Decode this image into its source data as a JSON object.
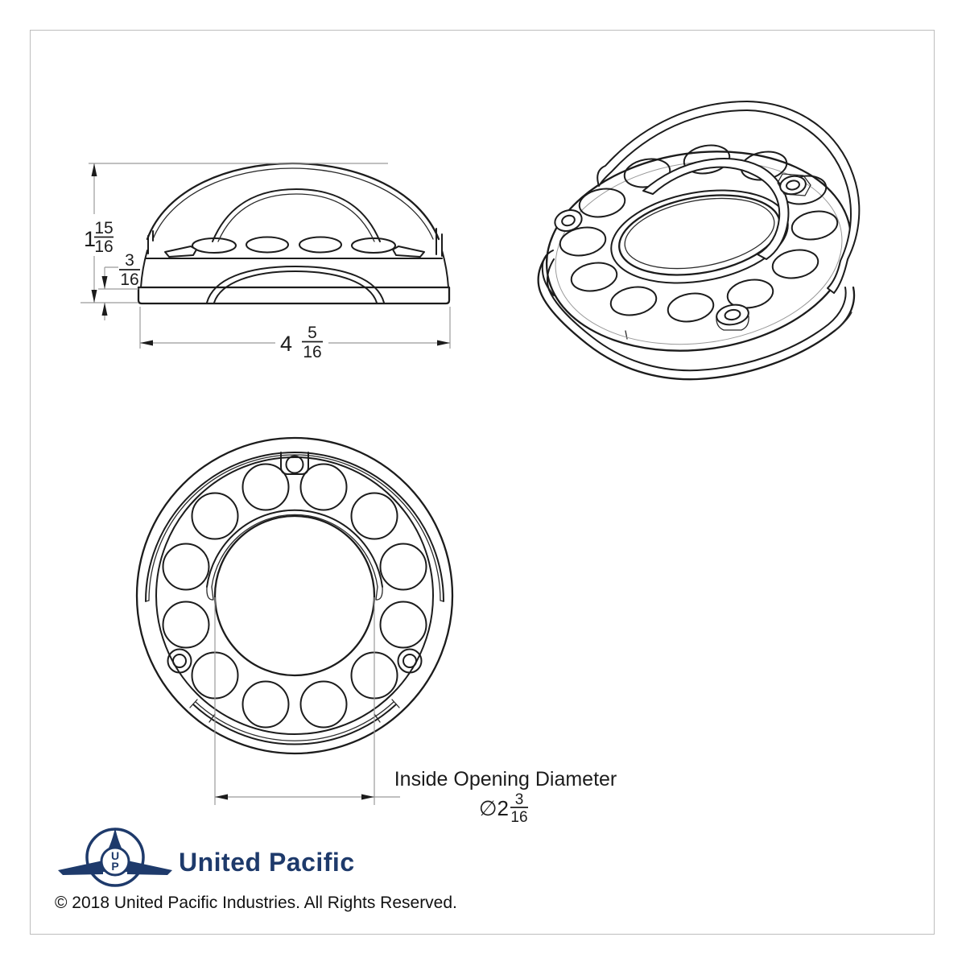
{
  "canvas": {
    "background": "#ffffff",
    "border_color": "#bdbdbd",
    "line_color": "#1c1c1c",
    "dim_line_color": "#9b9b9b"
  },
  "drawing": {
    "side_view": {
      "height_dim": {
        "whole": "1",
        "numerator": "15",
        "denominator": "16"
      },
      "thickness_dim": {
        "numerator": "3",
        "denominator": "16"
      },
      "width_dim": {
        "whole": "4",
        "numerator": "5",
        "denominator": "16"
      }
    },
    "front_view": {
      "opening_label": "Inside Opening Diameter",
      "opening_dim": {
        "prefix": "∅2",
        "numerator": "3",
        "denominator": "16"
      }
    }
  },
  "footer": {
    "brand_name": "United Pacific",
    "logo_monogram_top": "U",
    "logo_monogram_bottom": "P",
    "brand_color": "#1e3a6b",
    "copyright": "© 2018 United Pacific Industries. All Rights Reserved."
  }
}
